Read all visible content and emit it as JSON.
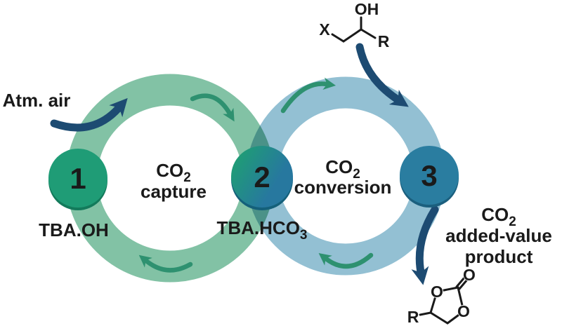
{
  "colors": {
    "background": "#ffffff",
    "ring_capture": "#82c2a5",
    "ring_conversion": "#93c0d3",
    "step1_circle": "#1f9c76",
    "step1_shadow": "#137a5b",
    "step2_circle_left": "#1f9c76",
    "step2_circle_right": "#27789f",
    "step2_shadow": "#14607a",
    "step3_circle": "#2a7da0",
    "step3_shadow": "#1b5f7e",
    "navy_arrow": "#1d4b72",
    "green_arrow": "#2e9170",
    "text": "#1a1a1a",
    "number_text": "#ffffff"
  },
  "labels": {
    "atm_air": "Atm. air",
    "capture": {
      "formula_base": "CO",
      "formula_sub": "2",
      "action": "capture"
    },
    "conversion": {
      "formula_base": "CO",
      "formula_sub": "2",
      "action": "conversion"
    },
    "product": {
      "formula_base": "CO",
      "formula_sub": "2",
      "line2": "added-value",
      "line3": "product"
    }
  },
  "steps": {
    "step1": {
      "number": "1",
      "reagent": "TBA.OH"
    },
    "step2": {
      "number": "2",
      "reagent_base": "TBA.HCO",
      "reagent_sub": "3"
    },
    "step3": {
      "number": "3"
    }
  },
  "molecules": {
    "halohydrin": {
      "hydroxyl": "OH",
      "halide": "X",
      "substituent": "R"
    },
    "cyclic_carbonate": {
      "ring_oxygen_left": "O",
      "carbonyl_oxygen": "O",
      "ring_oxygen_right": "O",
      "substituent": "R"
    }
  }
}
